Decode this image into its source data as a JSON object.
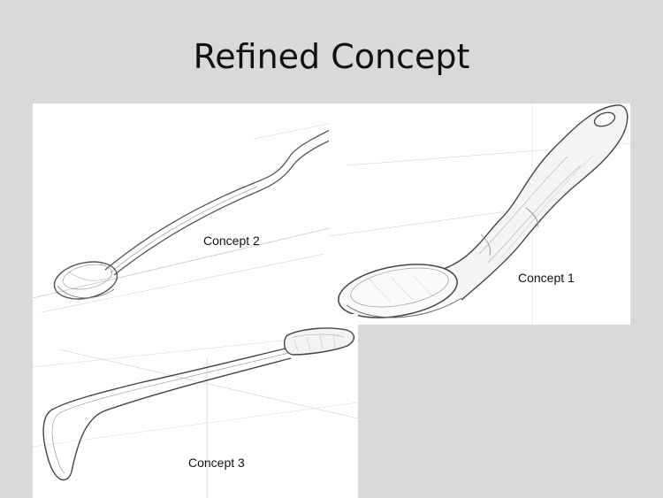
{
  "slide": {
    "title": "Refined Concept"
  },
  "concepts": [
    {
      "id": "concept-2",
      "label": "Concept 2"
    },
    {
      "id": "concept-1",
      "label": "Concept 1"
    },
    {
      "id": "concept-3",
      "label": "Concept 3"
    }
  ],
  "colors": {
    "background": "#d9d9d9",
    "panel": "#ffffff",
    "sketch_line": "#555555",
    "construction_line": "#bcbcbc"
  }
}
